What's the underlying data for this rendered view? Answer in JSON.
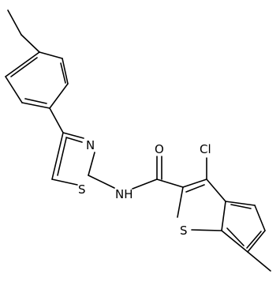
{
  "molecule": {
    "atom_labels": {
      "nitrogen_ring": "N",
      "sulfur_thiazole": "S",
      "amide_nh": "NH",
      "oxygen": "O",
      "chlorine": "Cl",
      "sulfur_benzothiophene": "S"
    }
  }
}
